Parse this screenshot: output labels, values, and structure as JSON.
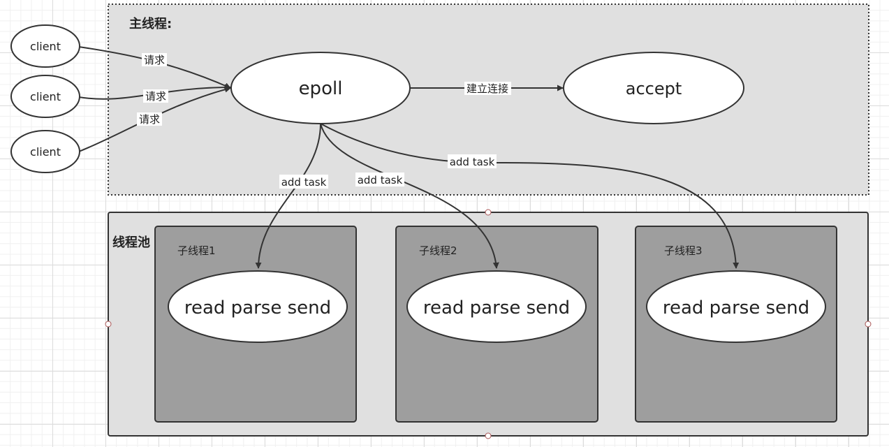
{
  "main_thread": {
    "title": "主线程:",
    "epoll": "epoll",
    "accept": "accept",
    "connect_label": "建立连接",
    "clients": [
      "client",
      "client",
      "client"
    ],
    "request_labels": [
      "请求",
      "请求",
      "请求"
    ]
  },
  "thread_pool": {
    "title": "线程池",
    "workers": [
      {
        "title": "子线程1",
        "task": "read parse send"
      },
      {
        "title": "子线程2",
        "task": "read parse send"
      },
      {
        "title": "子线程3",
        "task": "read parse send"
      }
    ]
  },
  "add_task_labels": [
    "add task",
    "add task",
    "add task"
  ],
  "colors": {
    "main_region": "#e0e0e0",
    "pool_region": "#e0e0e0",
    "worker_fill": "#9e9e9e",
    "stroke": "#333333",
    "ellipse_fill": "#ffffff"
  }
}
